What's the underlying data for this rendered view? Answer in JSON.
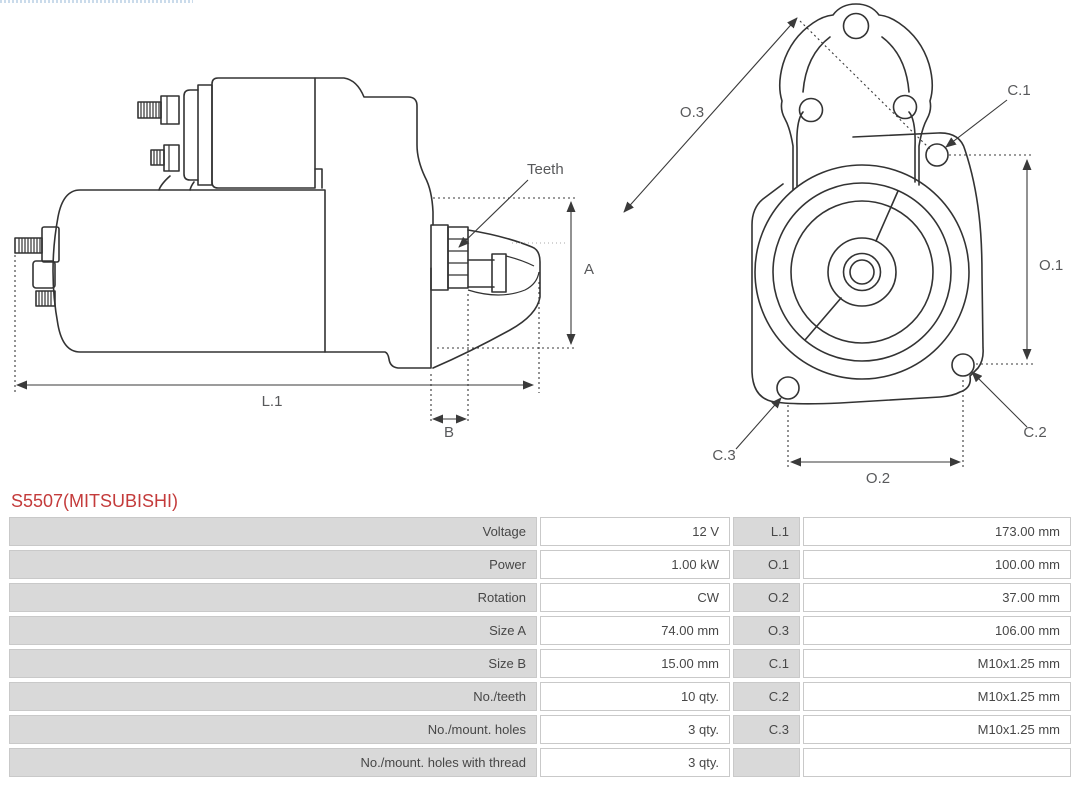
{
  "title": "S5507(MITSUBISHI)",
  "colors": {
    "title_red": "#c43b3b",
    "drawing_lines": "#333333",
    "drawing_labels": "#58595b",
    "table_label_bg": "#d9d9d9",
    "table_border": "#c9c9c9",
    "table_text": "#474747"
  },
  "drawings": {
    "side_view": {
      "teeth_label": "Teeth",
      "dim_a": "A",
      "dim_l1": "L.1",
      "dim_b": "B"
    },
    "front_view": {
      "dim_o3": "O.3",
      "dim_o1": "O.1",
      "dim_o2": "O.2",
      "hole_c1": "C.1",
      "hole_c2": "C.2",
      "hole_c3": "C.3"
    }
  },
  "table": {
    "rows": [
      {
        "label": "Voltage",
        "value": "12 V",
        "code": "L.1",
        "code_value": "173.00 mm"
      },
      {
        "label": "Power",
        "value": "1.00 kW",
        "code": "O.1",
        "code_value": "100.00 mm"
      },
      {
        "label": "Rotation",
        "value": "CW",
        "code": "O.2",
        "code_value": "37.00 mm"
      },
      {
        "label": "Size A",
        "value": "74.00 mm",
        "code": "O.3",
        "code_value": "106.00 mm"
      },
      {
        "label": "Size B",
        "value": "15.00 mm",
        "code": "C.1",
        "code_value": "M10x1.25 mm"
      },
      {
        "label": "No./teeth",
        "value": "10 qty.",
        "code": "C.2",
        "code_value": "M10x1.25 mm"
      },
      {
        "label": "No./mount. holes",
        "value": "3 qty.",
        "code": "C.3",
        "code_value": "M10x1.25 mm"
      },
      {
        "label": "No./mount. holes with thread",
        "value": "3 qty.",
        "code": "",
        "code_value": ""
      }
    ]
  }
}
